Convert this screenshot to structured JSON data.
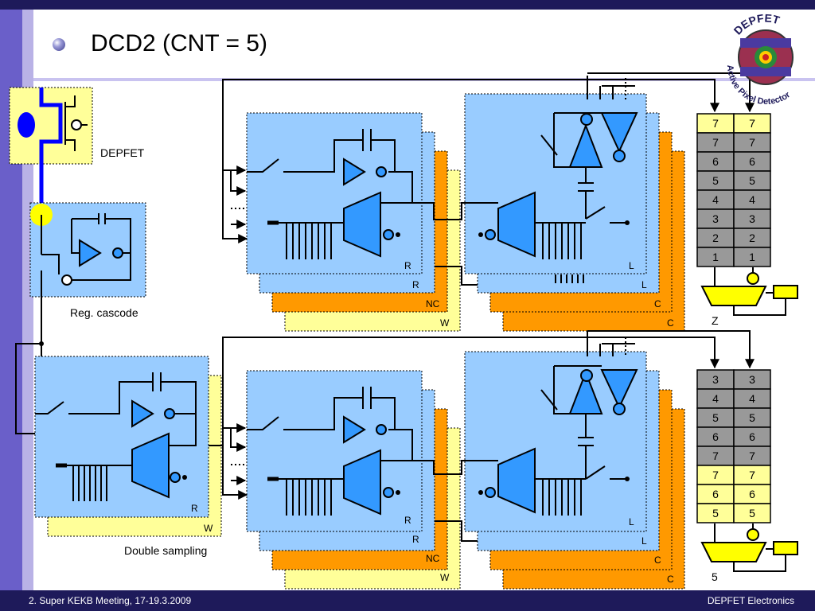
{
  "slide": {
    "title": "DCD2 (CNT = 5)",
    "footer_left": "2. Super KEKB Meeting, 17-19.3.2009",
    "footer_right": "DEPFET Electronics"
  },
  "logo": {
    "top_text": "DEPFET",
    "bottom_text": "Active Pixel Detector"
  },
  "labels": {
    "depfet": "DEPFET",
    "reg_cascode": "Reg. cascode",
    "double_sampling": "Double sampling",
    "R": "R",
    "W": "W",
    "NC": "NC",
    "L": "L",
    "C": "C",
    "Z": "Z",
    "five": "5"
  },
  "registers": {
    "top_left": [
      "7",
      "7",
      "6",
      "5",
      "4",
      "3",
      "2",
      "1"
    ],
    "top_right": [
      "7",
      "7",
      "6",
      "5",
      "4",
      "3",
      "2",
      "1"
    ],
    "top_highlight": [
      true,
      false,
      false,
      false,
      false,
      false,
      false,
      false
    ],
    "bottom_left": [
      "3",
      "4",
      "5",
      "6",
      "7",
      "7",
      "6",
      "5"
    ],
    "bottom_right": [
      "3",
      "4",
      "5",
      "6",
      "7",
      "7",
      "6",
      "5"
    ],
    "bottom_highlight": [
      false,
      false,
      false,
      false,
      false,
      true,
      true,
      true
    ]
  },
  "colors": {
    "dark_navy": "#1e1a5a",
    "purple_band": "#6a5fc9",
    "light_blue_block": "#99ccff",
    "orange_block": "#ff9900",
    "light_yellow_block": "#ffff99",
    "amplifier_blue": "#3399ff",
    "register_gray": "#999999",
    "register_yellow": "#ffff99",
    "mux_yellow": "#ffff00",
    "wire_blue": "#0000ff"
  }
}
